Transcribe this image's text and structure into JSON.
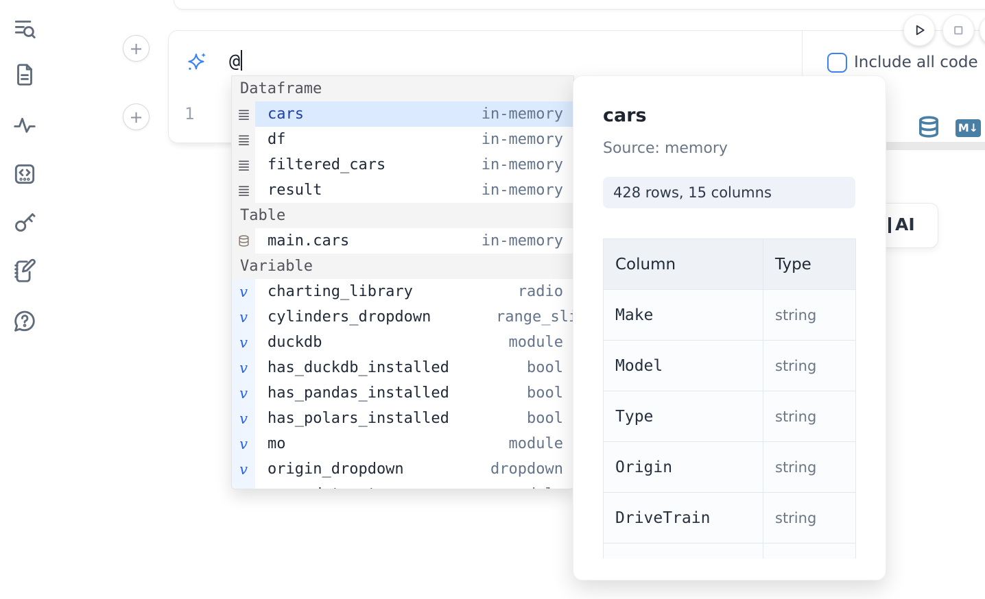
{
  "colors": {
    "accent_blue": "#3b82f6",
    "selection_bg": "#dbeafe",
    "sidebar_icon": "#5f6b7a",
    "steel_blue": "#4a7fa5",
    "muted_text": "#64748b"
  },
  "sidebar": {
    "icons": [
      "search-text-icon",
      "document-icon",
      "activity-icon",
      "code-snippet-icon",
      "key-icon",
      "scratchpad-icon",
      "help-chat-icon"
    ]
  },
  "toolbar": {
    "add_cell_label": "+",
    "run_icon": "play-icon",
    "stop_icon": "stop-icon",
    "include_all_code_label": "Include all code",
    "include_all_code_checked": false
  },
  "prompt": {
    "icon": "sparkles-icon",
    "value": "@"
  },
  "editor": {
    "line_number": "1"
  },
  "cell_actions": {
    "datasource_icon": "database-icon",
    "markdown_badge": "M↓"
  },
  "ai_button": {
    "label": "AI"
  },
  "completion": {
    "variable_glyph": "v",
    "groups": [
      {
        "label": "Dataframe",
        "kind": "dataframe",
        "items": [
          {
            "name": "cars",
            "type": "in-memory",
            "selected": true
          },
          {
            "name": "df",
            "type": "in-memory"
          },
          {
            "name": "filtered_cars",
            "type": "in-memory"
          },
          {
            "name": "result",
            "type": "in-memory"
          }
        ]
      },
      {
        "label": "Table",
        "kind": "table",
        "items": [
          {
            "name": "main.cars",
            "type": "in-memory"
          }
        ]
      },
      {
        "label": "Variable",
        "kind": "variable",
        "items": [
          {
            "name": "charting_library",
            "type": "radio"
          },
          {
            "name": "cylinders_dropdown",
            "type": "range_slider",
            "overflow": true
          },
          {
            "name": "duckdb",
            "type": "module"
          },
          {
            "name": "has_duckdb_installed",
            "type": "bool"
          },
          {
            "name": "has_pandas_installed",
            "type": "bool"
          },
          {
            "name": "has_polars_installed",
            "type": "bool"
          },
          {
            "name": "mo",
            "type": "module"
          },
          {
            "name": "origin_dropdown",
            "type": "dropdown"
          },
          {
            "name": "vega_datasets",
            "type": "module"
          }
        ]
      }
    ]
  },
  "preview": {
    "title": "cars",
    "source": "Source: memory",
    "shape": "428 rows, 15 columns",
    "table": {
      "headers": [
        "Column",
        "Type"
      ],
      "rows": [
        [
          "Make",
          "string"
        ],
        [
          "Model",
          "string"
        ],
        [
          "Type",
          "string"
        ],
        [
          "Origin",
          "string"
        ],
        [
          "DriveTrain",
          "string"
        ]
      ]
    }
  }
}
